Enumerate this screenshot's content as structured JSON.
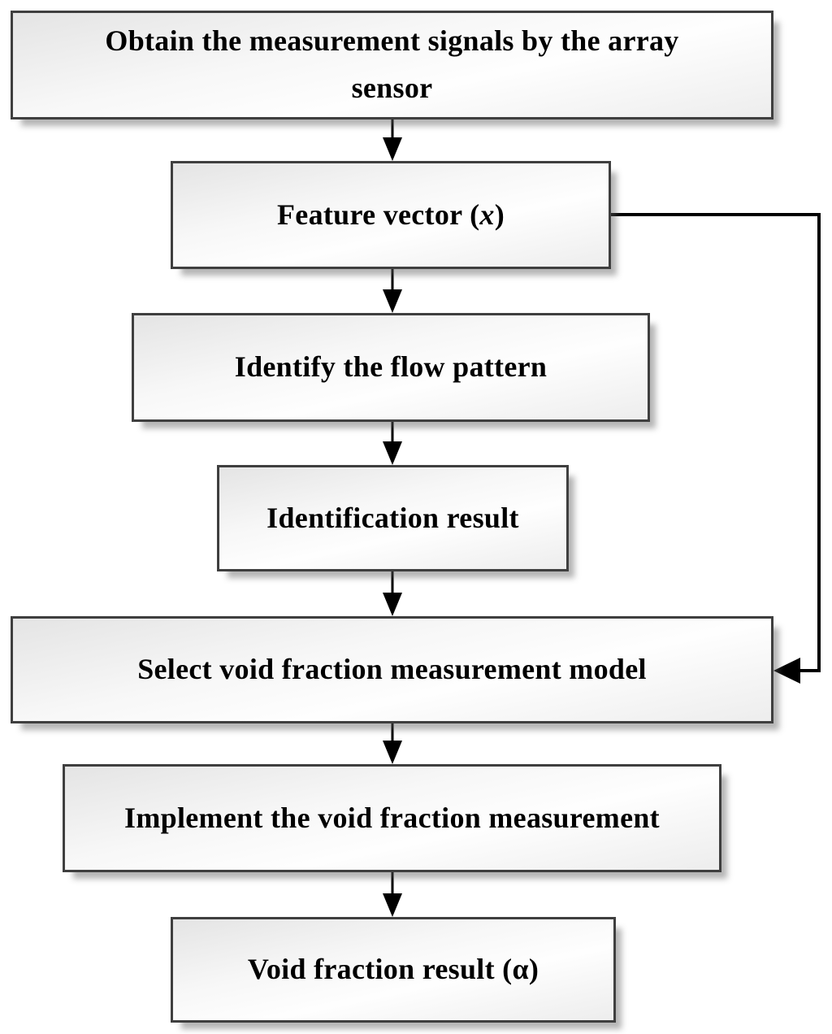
{
  "diagram": {
    "type": "flowchart",
    "background_color": "#ffffff",
    "box_border_color": "#3f3f3f",
    "box_fill_light": "#e4e4e4",
    "box_fill_white": "#fefefe",
    "connector_color": "#000000",
    "text_color": "#000000",
    "boxes": [
      {
        "id": "obtain-signals",
        "label": "Obtain the measurement signals by the array sensor"
      },
      {
        "id": "feature-vector",
        "label_prefix": "Feature vector (",
        "label_var": "x",
        "label_suffix": ")"
      },
      {
        "id": "identify-flow-pattern",
        "label": "Identify the flow pattern"
      },
      {
        "id": "identification-result",
        "label": "Identification result"
      },
      {
        "id": "select-void-fraction-model",
        "label": "Select void fraction measurement model"
      },
      {
        "id": "implement-measurement",
        "label": "Implement the void fraction measurement"
      },
      {
        "id": "void-fraction-result",
        "label": "Void fraction result (α)"
      }
    ],
    "edges": [
      {
        "from": "obtain-signals",
        "to": "feature-vector",
        "style": "arrow-down"
      },
      {
        "from": "feature-vector",
        "to": "identify-flow-pattern",
        "style": "arrow-down"
      },
      {
        "from": "identify-flow-pattern",
        "to": "identification-result",
        "style": "arrow-down"
      },
      {
        "from": "identification-result",
        "to": "select-void-fraction-model",
        "style": "arrow-down"
      },
      {
        "from": "select-void-fraction-model",
        "to": "implement-measurement",
        "style": "arrow-down"
      },
      {
        "from": "implement-measurement",
        "to": "void-fraction-result",
        "style": "arrow-down"
      },
      {
        "from": "feature-vector",
        "to": "select-void-fraction-model",
        "style": "feedback-right-side"
      }
    ]
  }
}
